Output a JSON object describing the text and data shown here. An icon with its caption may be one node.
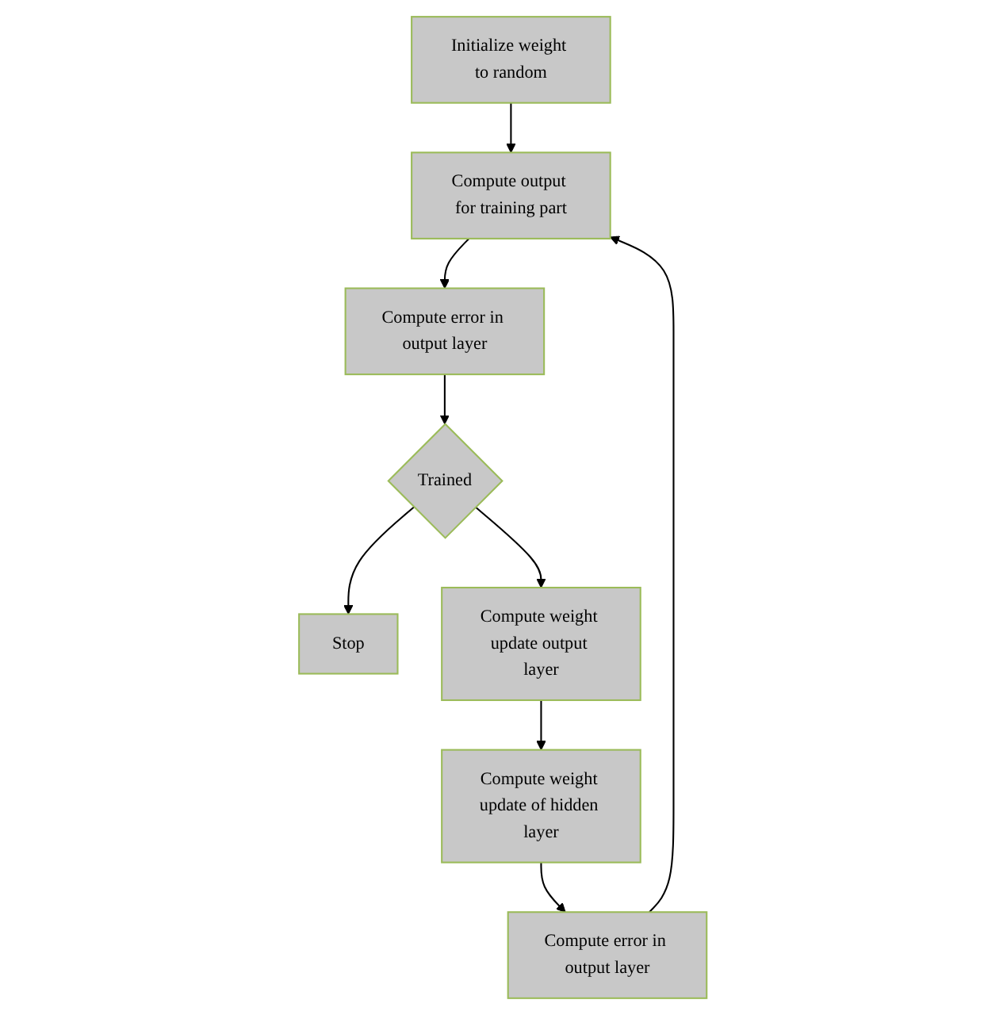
{
  "diagram": {
    "nodes": [
      {
        "text": [
          "Initialize weight to random"
        ]
      },
      {
        "text": [
          "Compute output for training part"
        ]
      },
      {
        "text": [
          "Compute error in output layer"
        ]
      },
      {
        "text": [
          "Trained"
        ]
      },
      {
        "text": [
          "Stop"
        ]
      },
      {
        "text": [
          "Compute weight update output layer"
        ]
      },
      {
        "text": [
          "Compute weight update of hidden layer"
        ]
      },
      {
        "text": [
          "Compute error in output layer"
        ]
      }
    ],
    "edges": [
      {
        "from": 0,
        "to": 1,
        "arrow": "to"
      },
      {
        "from": 1,
        "to": 2,
        "arrow": "to"
      },
      {
        "from": 2,
        "to": 3,
        "arrow": "to"
      },
      {
        "from": 3,
        "to": 4,
        "arrow": "to"
      },
      {
        "from": 3,
        "to": 5,
        "arrow": "to"
      },
      {
        "from": 5,
        "to": 6,
        "arrow": "to"
      },
      {
        "from": 6,
        "to": 7,
        "arrow": "to"
      },
      {
        "from": 7,
        "to": 1,
        "arrow": "to"
      }
    ]
  }
}
